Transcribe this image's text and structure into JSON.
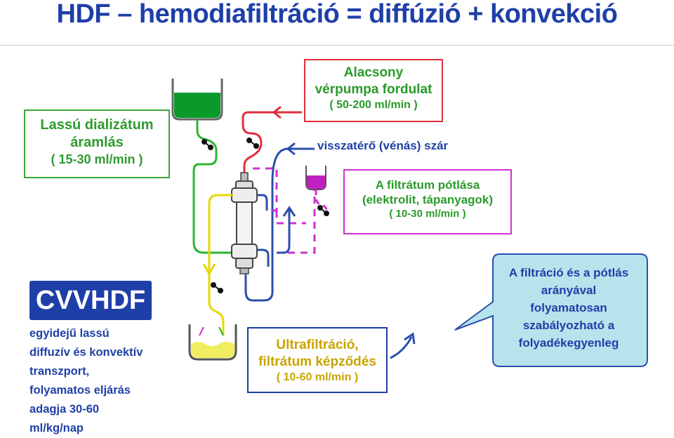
{
  "title": "HDF – hemodiafiltráció = diffúzió + konvekció",
  "dialysate_box": {
    "line1": "Lassú dializátum",
    "line2": "áramlás",
    "line3": "( 15-30 ml/min )"
  },
  "pump_box": {
    "line1": "Alacsony",
    "line2": "vérpumpa fordulat",
    "line3": "( 50-200 ml/min )"
  },
  "venous_label": "visszatérő (vénás) szár",
  "replacement_box": {
    "line1": "A filtrátum pótlása",
    "line2": "(elektrolit, tápanyagok)",
    "line3": "( 10-30 ml/min )"
  },
  "cvvhdf": {
    "badge": "CVVHDF",
    "desc": [
      "egyidejű lassú",
      "diffuzív és konvektív",
      "transzport,",
      "folyamatos eljárás",
      "adagja 30-60",
      "ml/kg/nap"
    ]
  },
  "ultrafiltration_box": {
    "line1": "Ultrafiltráció,",
    "line2": "filtrátum képződés",
    "line3": "( 10-60 ml/min )"
  },
  "bubble": {
    "lines": [
      "A filtráció és a pótlás",
      "arányával",
      "folyamatosan",
      "szabályozható a",
      "folyadékegyenleg"
    ]
  },
  "colors": {
    "blue": "#1f3fa8",
    "green": "#2fb52f",
    "red": "#e0303b",
    "magenta": "#d030d0",
    "yellow": "#e6d800",
    "bubble": "#b7e3ec"
  }
}
